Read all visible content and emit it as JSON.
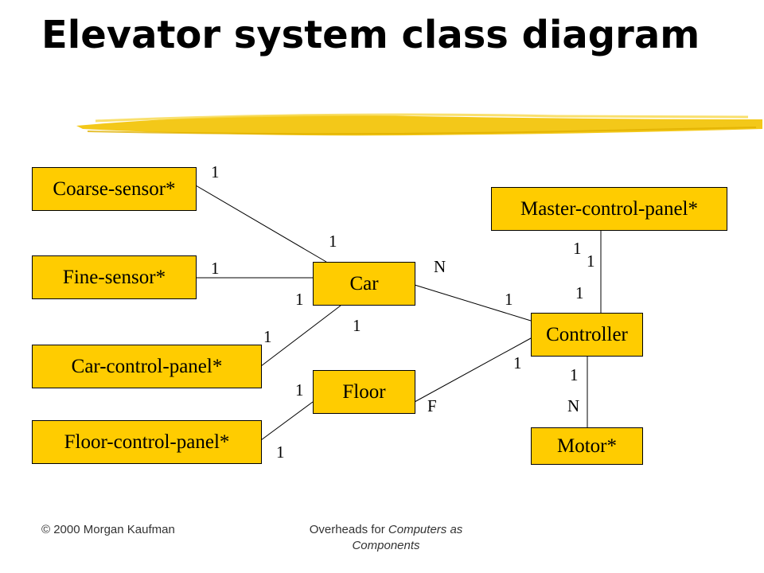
{
  "slide": {
    "title": "Elevator system class diagram",
    "accent_color": "#f2c200"
  },
  "diagram": {
    "classes": {
      "coarse_sensor": "Coarse-sensor*",
      "fine_sensor": "Fine-sensor*",
      "car_control_panel": "Car-control-panel*",
      "floor_control_panel": "Floor-control-panel*",
      "car": "Car",
      "floor": "Floor",
      "master_control_panel": "Master-control-panel*",
      "controller": "Controller",
      "motor": "Motor*"
    },
    "multiplicities": {
      "coarse_end": "1",
      "car_coarse_end": "1",
      "fine_end": "1",
      "car_fine_end": "1",
      "car_panel_end": "1",
      "car_carpanel_end": "1",
      "floor_panel_top": "1",
      "floor_panel_bottom": "1",
      "car_controller_n": "N",
      "controller_car_end": "1",
      "master_a": "1",
      "master_b": "1",
      "controller_master_end": "1",
      "controller_floor_end": "1",
      "floor_controller_f": "F",
      "controller_motor_end": "1",
      "motor_n": "N"
    },
    "colors": {
      "box_fill": "#ffcc00",
      "line": "#000000"
    }
  },
  "footer": {
    "left": "© 2000 Morgan Kaufman",
    "center_prefix": "Overheads for ",
    "center_italic": "Computers as Components"
  }
}
